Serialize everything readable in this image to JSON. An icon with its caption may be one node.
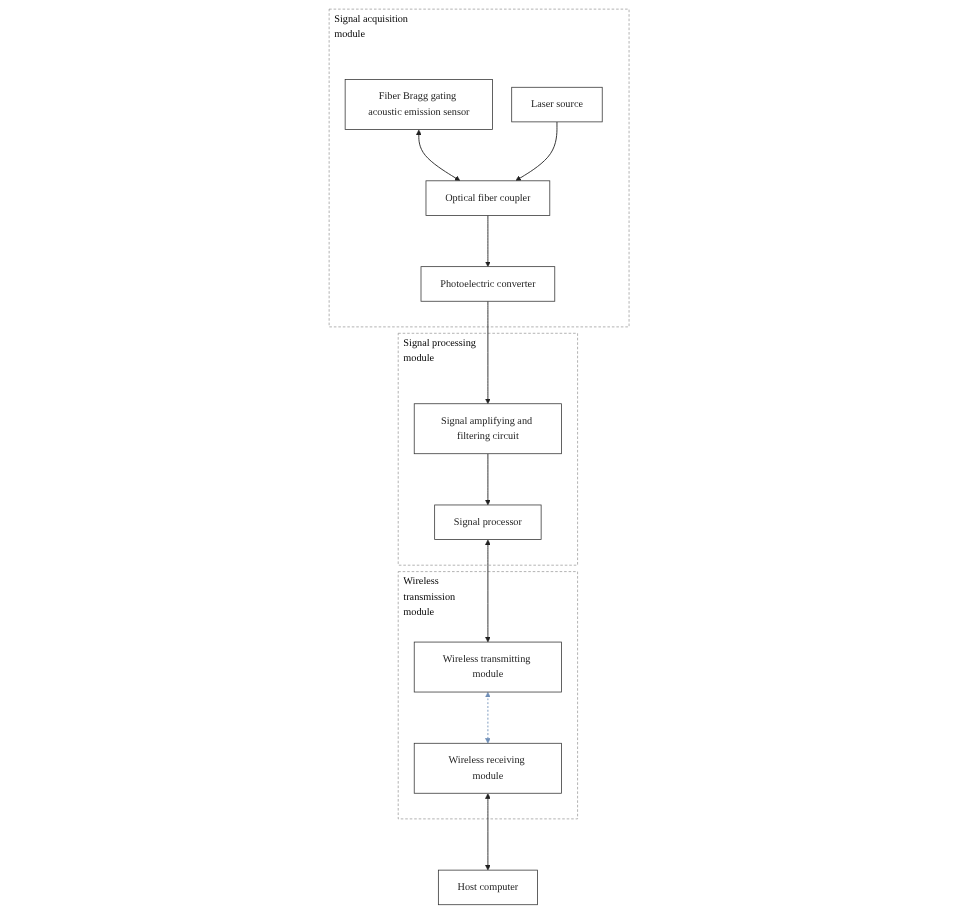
{
  "diagram": {
    "nodes": [
      {
        "text": [
          "Signal acquisition module"
        ]
      },
      {
        "text": [
          "Fiber Bragg gating acoustic emission sensor"
        ],
        "in": 0
      },
      {
        "text": [
          "Optical fiber coupler"
        ],
        "in": 0
      },
      {
        "text": [
          "Laser source"
        ],
        "in": 0
      },
      {
        "text": [
          "Photoelectric converter"
        ],
        "in": 0
      },
      {
        "text": [
          "Signal processing module"
        ]
      },
      {
        "text": [
          "Signal amplifying and filtering circuit"
        ],
        "in": 5
      },
      {
        "text": [
          "Signal processor"
        ],
        "in": 5
      },
      {
        "text": [
          "Wireless transmission module"
        ]
      },
      {
        "text": [
          "Wireless transmitting module"
        ],
        "in": 8
      },
      {
        "text": [
          "Wireless receiving module"
        ],
        "in": 8
      },
      {
        "text": [
          "Host computer"
        ]
      }
    ],
    "edges": [
      {
        "from": 1,
        "to": 2,
        "arrow": "both"
      },
      {
        "from": 3,
        "to": 2,
        "arrow": "to"
      },
      {
        "from": 2,
        "to": 4,
        "arrow": "to"
      },
      {
        "from": 4,
        "to": 6,
        "arrow": "to"
      },
      {
        "from": 6,
        "to": 7,
        "arrow": "to"
      },
      {
        "from": 7,
        "to": 9,
        "arrow": "both"
      },
      {
        "from": 9,
        "to": 10,
        "arrow": "both",
        "style": "dashed",
        "color": "#6f8fb8"
      },
      {
        "from": 10,
        "to": 11,
        "arrow": "both"
      }
    ]
  }
}
